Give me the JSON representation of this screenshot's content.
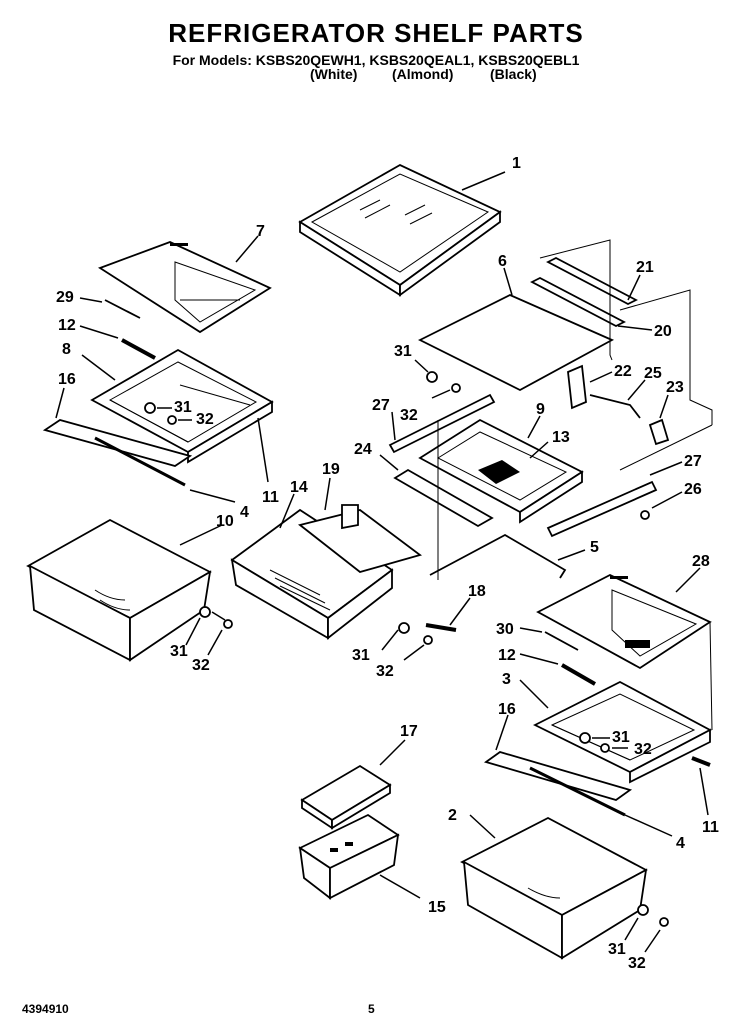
{
  "header": {
    "title": "REFRIGERATOR SHELF PARTS",
    "models": "For Models: KSBS20QEWH1, KSBS20QEAL1, KSBS20QEBL1",
    "color_white": "(White)",
    "color_almond": "(Almond)",
    "color_black": "(Black)"
  },
  "callouts": {
    "c1": "1",
    "c2": "2",
    "c3": "3",
    "c4a": "4",
    "c4b": "4",
    "c5": "5",
    "c6": "6",
    "c7": "7",
    "c8": "8",
    "c9": "9",
    "c10": "10",
    "c11a": "11",
    "c11b": "11",
    "c12a": "12",
    "c12b": "12",
    "c13": "13",
    "c14": "14",
    "c15": "15",
    "c16a": "16",
    "c16b": "16",
    "c17": "17",
    "c18": "18",
    "c19": "19",
    "c20": "20",
    "c21": "21",
    "c22": "22",
    "c23": "23",
    "c24": "24",
    "c25": "25",
    "c26": "26",
    "c27a": "27",
    "c27b": "27",
    "c28": "28",
    "c29": "29",
    "c30": "30",
    "c31a": "31",
    "c31b": "31",
    "c31c": "31",
    "c31d": "31",
    "c31e": "31",
    "c31f": "31",
    "c32a": "32",
    "c32b": "32",
    "c32c": "32",
    "c32d": "32",
    "c32e": "32",
    "c32f": "32"
  },
  "footer": {
    "doc_number": "4394910",
    "page_number": "5"
  }
}
